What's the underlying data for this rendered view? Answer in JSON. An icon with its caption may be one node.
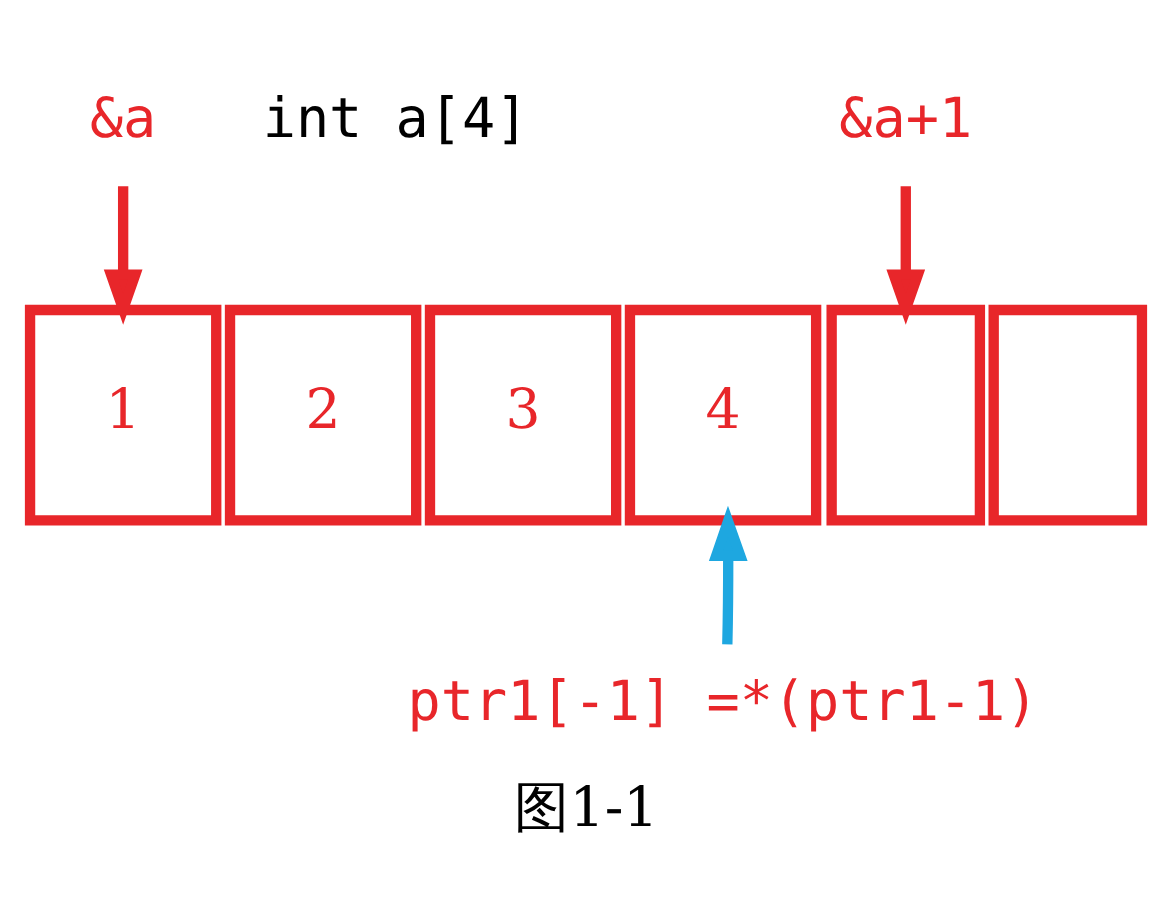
{
  "diagram": {
    "caption": "图1-1",
    "nodes": [
      {
        "text": [
          "&a"
        ]
      },
      {
        "text": [
          "&a+1"
        ]
      },
      {
        "text": [
          "1"
        ]
      },
      {
        "text": [
          "2"
        ]
      },
      {
        "text": [
          "3"
        ]
      },
      {
        "text": [
          "4"
        ]
      },
      {
        "text": [],
        "shape": "box"
      },
      {
        "text": [],
        "shape": "box"
      },
      {
        "text": [
          "ptr1[-1] =*(ptr1-1)"
        ]
      }
    ],
    "edges": [
      {
        "from": 0,
        "to": 2,
        "arrow": "to"
      },
      {
        "from": 1,
        "to": 6,
        "arrow": "to"
      },
      {
        "from": 8,
        "to": 5,
        "arrow": "to",
        "color": "#1ea7e0"
      }
    ],
    "labels": [
      "int a[4]"
    ]
  }
}
